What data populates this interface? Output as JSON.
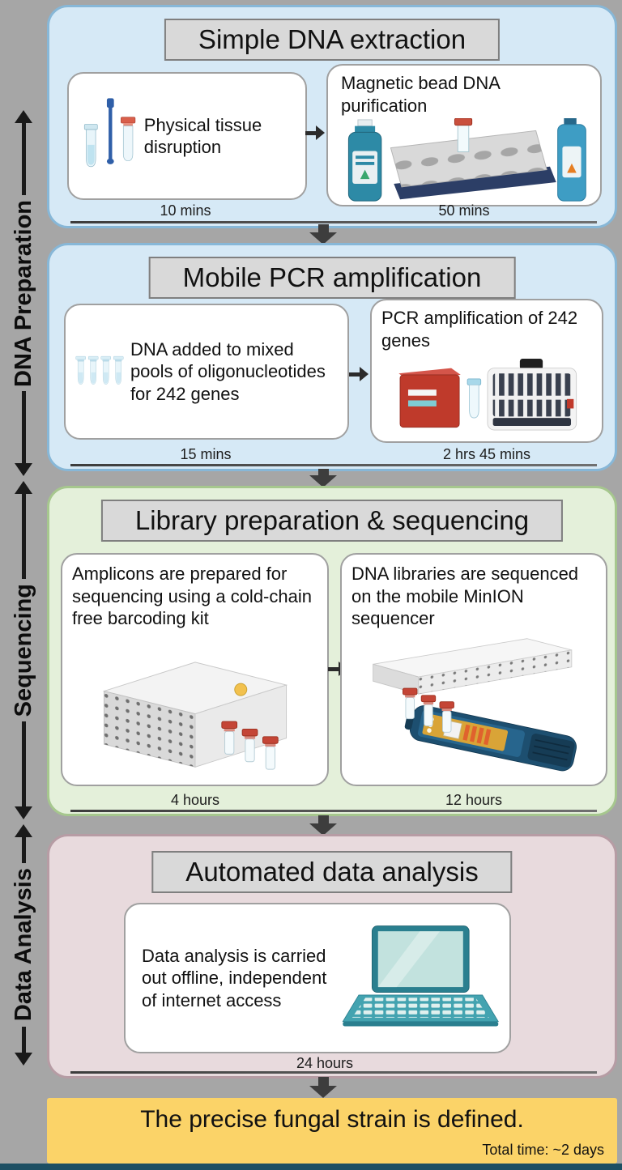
{
  "palette": {
    "background": "#a6a6a6",
    "dna_preparation_panel": "#d6e9f6",
    "dna_preparation_border": "#87b7d7",
    "sequencing_panel": "#e4f0da",
    "sequencing_border": "#a6c78e",
    "data_analysis_panel": "#e8dadd",
    "data_analysis_border": "#b69ca4",
    "title_box_bg": "#d9d9d9",
    "title_box_border": "#7f7f7f",
    "step_box_bg": "#ffffff",
    "arrow": "#3d3d3d",
    "banner_bg": "#fbd368",
    "bottom_bar": "#1d4f63"
  },
  "rail": {
    "sections": [
      {
        "label": "DNA Preparation"
      },
      {
        "label": "Sequencing"
      },
      {
        "label": "Data Analysis"
      }
    ]
  },
  "panels": [
    {
      "title": "Simple DNA extraction",
      "steps": [
        {
          "text": "Physical tissue disruption",
          "time": "10 mins",
          "illustration": "tubes-and-pestle"
        },
        {
          "text": "Magnetic bead DNA purification",
          "time": "50 mins",
          "illustration": "magnetic-bead-rack-and-bottles"
        }
      ]
    },
    {
      "title": "Mobile PCR amplification",
      "steps": [
        {
          "text": "DNA added to mixed pools of oligonucleotides for 242 genes",
          "time": "15 mins",
          "illustration": "pcr-tube-strip"
        },
        {
          "text": "PCR amplification of 242 genes",
          "time": "2 hrs 45 mins",
          "illustration": "mobile-pcr-machine"
        }
      ]
    },
    {
      "title": "Library preparation & sequencing",
      "steps": [
        {
          "text": "Amplicons are prepared for sequencing using a cold-chain free barcoding kit",
          "time": "4 hours",
          "illustration": "barcoding-kit"
        },
        {
          "text": "DNA libraries are sequenced on the mobile MinION sequencer",
          "time": "12 hours",
          "illustration": "minion-sequencer"
        }
      ]
    },
    {
      "title": "Automated data analysis",
      "steps": [
        {
          "text": "Data analysis is carried out offline, independent of internet access",
          "time": "24 hours",
          "illustration": "laptop"
        }
      ]
    }
  ],
  "result_banner": {
    "text": "The precise fungal strain is defined.",
    "total_time": "Total time: ~2 days"
  }
}
